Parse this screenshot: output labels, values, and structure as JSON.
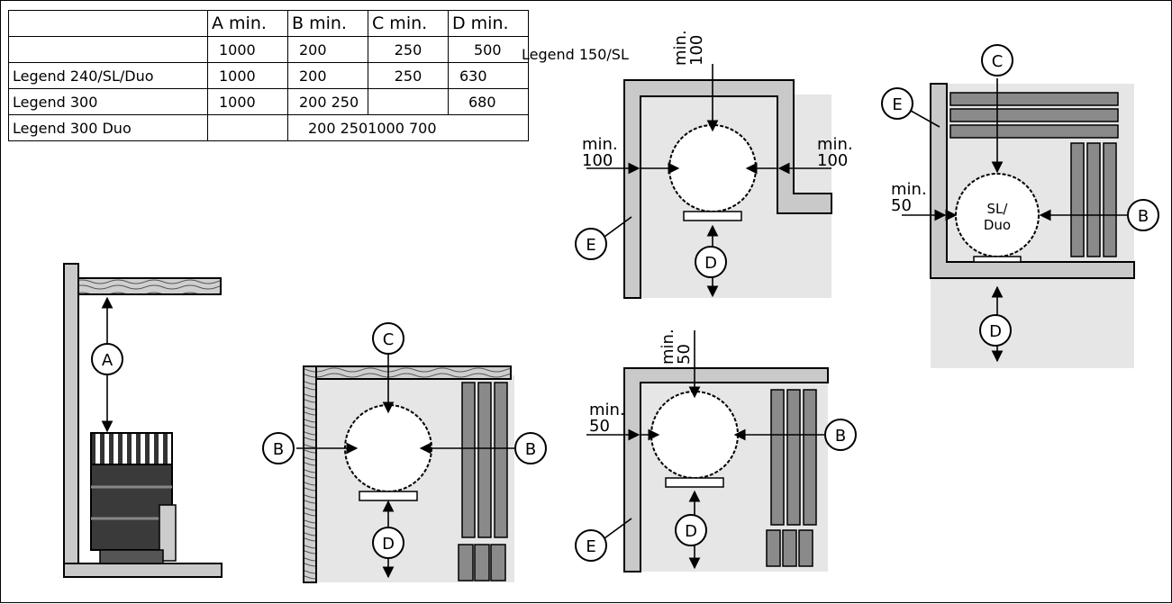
{
  "table": {
    "headers": [
      "",
      "A min.",
      "B min.",
      "C min.",
      "D min."
    ],
    "rows": [
      {
        "model": "",
        "a": "1000",
        "b": "200",
        "c": "250",
        "d": "500"
      },
      {
        "model": "Legend 240/SL/Duo",
        "a": "1000",
        "b": "200",
        "c": "250",
        "d": "630"
      },
      {
        "model": "Legend 300",
        "a": "1000",
        "b": "200 250",
        "c": "",
        "d": "680"
      },
      {
        "model": "Legend 300 Duo",
        "a": "",
        "b": "200 2501000 700",
        "c": "",
        "d": ""
      }
    ],
    "orphan_model": "Legend 150/SL"
  },
  "labels": {
    "a": "A",
    "b": "B",
    "c": "C",
    "d": "D",
    "e": "E",
    "sl_duo_line1": "SL/",
    "sl_duo_line2": "Duo"
  },
  "dims": {
    "min": "min.",
    "v100": "100",
    "v50": "50"
  }
}
